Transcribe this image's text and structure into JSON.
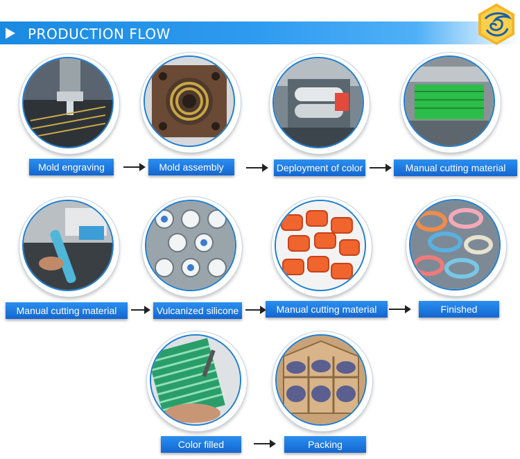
{
  "header": {
    "title": "PRODUCTION FLOW"
  },
  "colors": {
    "accent": "#1d7ed4",
    "label_bg": "#1f80e8",
    "logo": "#f5b326"
  },
  "steps": [
    {
      "label": "Mold engraving"
    },
    {
      "label": "Mold assembly"
    },
    {
      "label": "Deployment of color"
    },
    {
      "label": "Manual cutting material"
    },
    {
      "label": "Manual cutting material"
    },
    {
      "label": "Vulcanized silicone"
    },
    {
      "label": "Manual cutting material"
    },
    {
      "label": "Finished"
    },
    {
      "label": "Color filled"
    },
    {
      "label": "Packing"
    }
  ]
}
